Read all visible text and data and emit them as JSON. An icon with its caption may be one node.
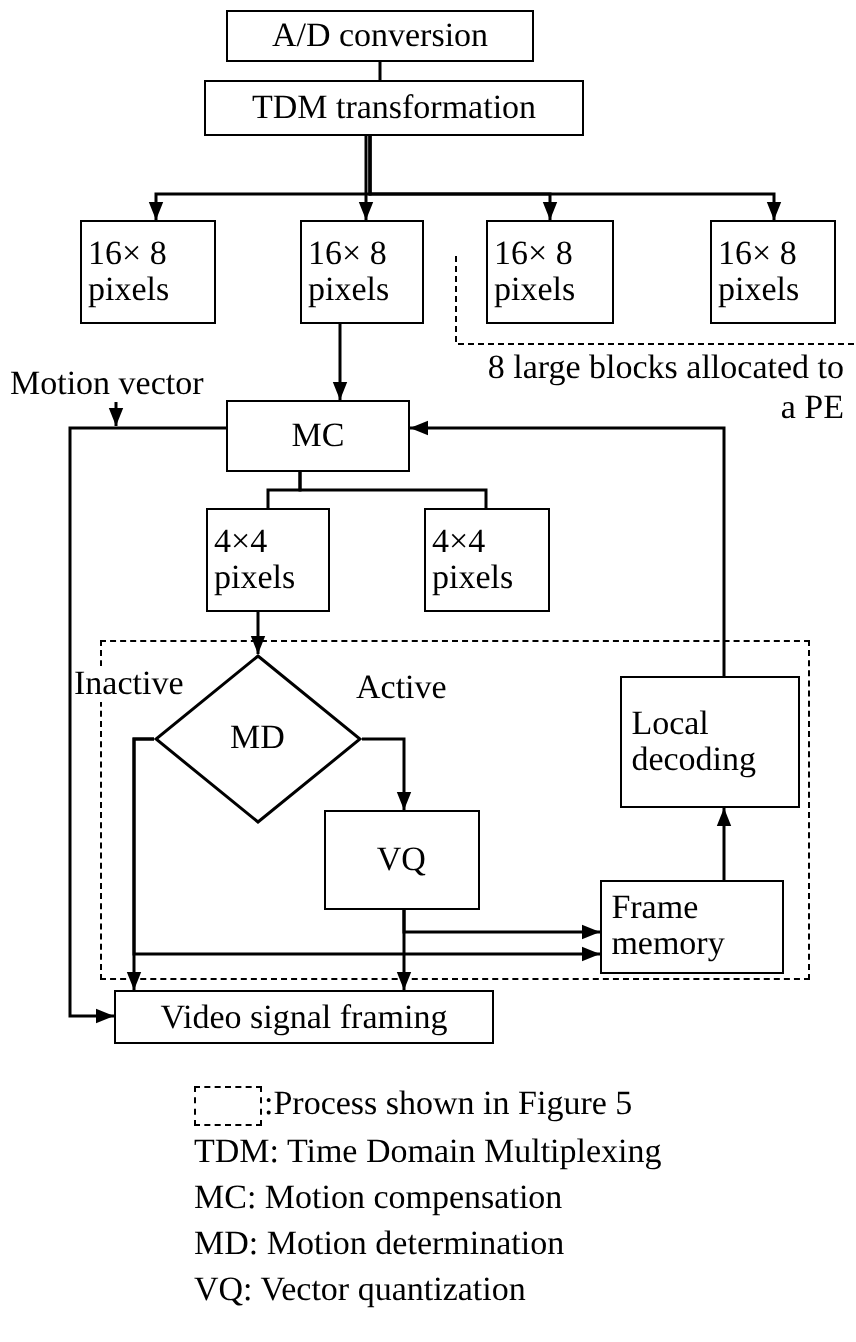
{
  "diagram": {
    "nodes": [
      {
        "text": [
          "A/D conversion"
        ]
      },
      {
        "text": [
          "TDM transformation"
        ]
      },
      {
        "text": [
          "16× 8 pixels"
        ]
      },
      {
        "text": [
          "16× 8 pixels"
        ]
      },
      {
        "text": [
          "16× 8 pixels"
        ]
      },
      {
        "text": [
          "16× 8 pixels"
        ]
      },
      {
        "text": [
          "MC"
        ]
      },
      {
        "text": [
          "4×4 pixels"
        ]
      },
      {
        "text": [
          "4×4 pixels"
        ]
      },
      {
        "text": [],
        "shape": "box"
      },
      {
        "text": [
          "MD"
        ],
        "in": 9
      },
      {
        "text": [
          "VQ"
        ],
        "in": 9
      },
      {
        "text": [
          "Local decoding"
        ],
        "in": 9
      },
      {
        "text": [
          "Frame memory"
        ],
        "in": 9
      },
      {
        "text": [
          "Video signal framing"
        ]
      }
    ],
    "edges": [
      {
        "from": 0,
        "to": 1,
        "arrow": "none"
      },
      {
        "from": 1,
        "to": 2,
        "arrow": "to"
      },
      {
        "from": 1,
        "to": 3,
        "arrow": "to"
      },
      {
        "from": 1,
        "to": 4,
        "arrow": "to"
      },
      {
        "from": 1,
        "to": 5,
        "arrow": "to"
      },
      {
        "from": 3,
        "to": 6,
        "arrow": "to"
      },
      {
        "from": 6,
        "to": 7,
        "arrow": "none"
      },
      {
        "from": 6,
        "to": 8,
        "arrow": "none"
      },
      {
        "from": 7,
        "to": 10,
        "arrow": "to"
      },
      {
        "from": 10,
        "to": 11,
        "arrow": "to",
        "label": "Active"
      },
      {
        "from": 10,
        "to": 14,
        "arrow": "to",
        "label": "Inactive"
      },
      {
        "from": 10,
        "to": 13,
        "arrow": "to"
      },
      {
        "from": 11,
        "to": 13,
        "arrow": "to"
      },
      {
        "from": 11,
        "to": 14,
        "arrow": "to"
      },
      {
        "from": 13,
        "to": 12,
        "arrow": "to"
      },
      {
        "from": 12,
        "to": 6,
        "arrow": "to"
      },
      {
        "from": 6,
        "to": 14,
        "arrow": "to",
        "label": "Motion vector"
      }
    ],
    "labels": [
      "8 large blocks allocated to a PE",
      "TDM: Time Domain Multiplexing",
      "MC: Motion compensation",
      "MD: Motion determination",
      "VQ: Vector quantization"
    ],
    "legend": [
      {
        "text": ":Process shown in Figure 5"
      }
    ]
  }
}
